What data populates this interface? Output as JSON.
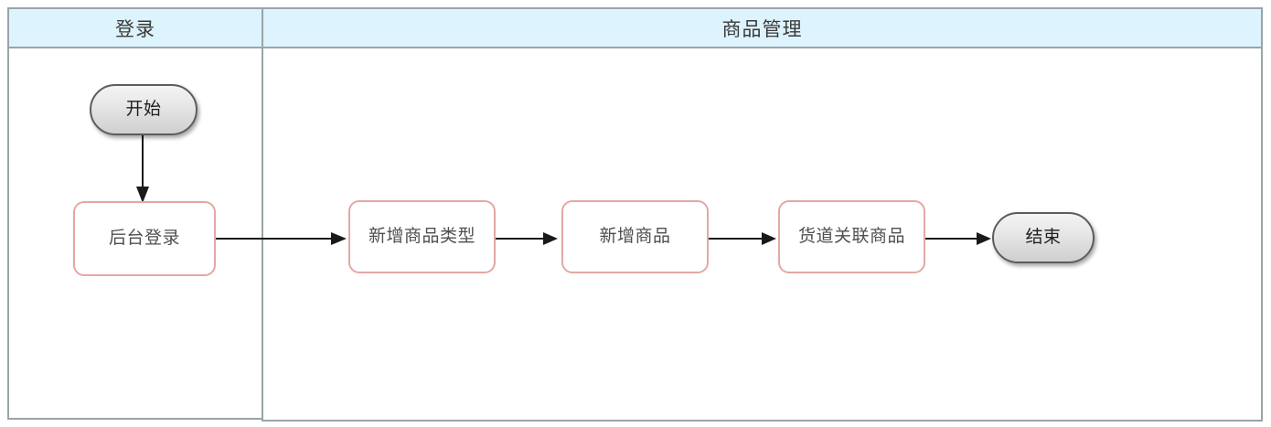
{
  "diagram": {
    "title_visible": false,
    "type": "swimlane-flowchart",
    "colors": {
      "lane_header_bg": "#ddf3fd",
      "lane_border": "#9aa4a8",
      "process_border": "#e3a8a4",
      "terminator_border": "#5c5c5c",
      "terminator_fill_top": "#f4f4f4",
      "terminator_fill_bottom": "#cfcfcf",
      "connector": "#1a1a1a",
      "text": "#4a4a4a"
    }
  },
  "lanes": [
    {
      "id": "lane-login",
      "label": "登录"
    },
    {
      "id": "lane-product",
      "label": "商品管理"
    }
  ],
  "nodes": [
    {
      "id": "start",
      "label": "开始",
      "shape": "terminator",
      "lane": "lane-login"
    },
    {
      "id": "admin-login",
      "label": "后台登录",
      "shape": "process",
      "lane": "lane-login"
    },
    {
      "id": "add-type",
      "label": "新增商品类型",
      "shape": "process",
      "lane": "lane-product"
    },
    {
      "id": "add-product",
      "label": "新增商品",
      "shape": "process",
      "lane": "lane-product"
    },
    {
      "id": "link-lane",
      "label": "货道关联商品",
      "shape": "process",
      "lane": "lane-product"
    },
    {
      "id": "end",
      "label": "结束",
      "shape": "terminator",
      "lane": "lane-product"
    }
  ],
  "edges": [
    {
      "id": "edge-start-login",
      "from": "start",
      "to": "admin-login",
      "direction": "down",
      "label": ""
    },
    {
      "id": "edge-login-addtype",
      "from": "admin-login",
      "to": "add-type",
      "direction": "right",
      "label": ""
    },
    {
      "id": "edge-addtype-addproduct",
      "from": "add-type",
      "to": "add-product",
      "direction": "right",
      "label": ""
    },
    {
      "id": "edge-addproduct-linklane",
      "from": "add-product",
      "to": "link-lane",
      "direction": "right",
      "label": ""
    },
    {
      "id": "edge-linklane-end",
      "from": "link-lane",
      "to": "end",
      "direction": "right",
      "label": ""
    }
  ]
}
